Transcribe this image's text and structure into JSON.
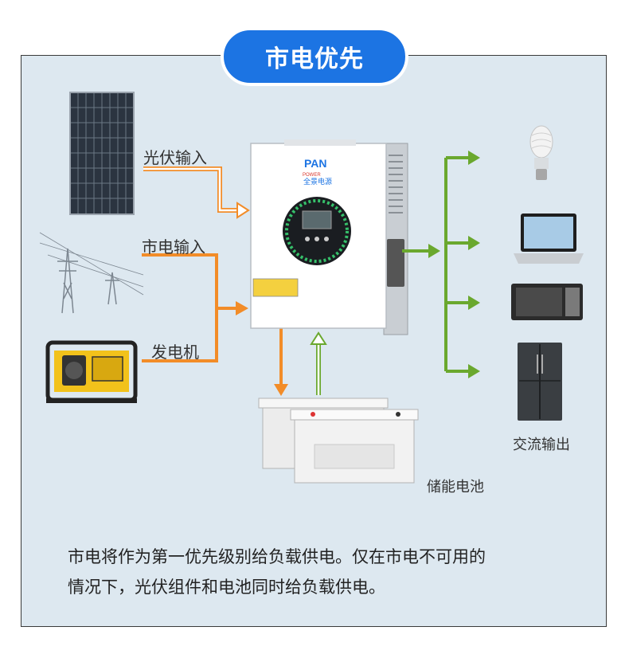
{
  "header": {
    "title": "市电优先"
  },
  "inputs": {
    "solar": "光伏输入",
    "grid": "市电输入",
    "generator": "发电机"
  },
  "inverter": {
    "brand": "PAN",
    "brand_sub": "POWER",
    "brand_cn": "全景电源"
  },
  "outputs": {
    "label": "交流输出",
    "devices": [
      "lamp-icon",
      "laptop-icon",
      "microwave-icon",
      "refrigerator-icon"
    ]
  },
  "battery": {
    "label": "储能电池"
  },
  "description": {
    "line1": "市电将作为第一优先级别给负载供电。仅在市电不可用的",
    "line2": "情况下，光伏组件和电池同时给负载供电。"
  },
  "colors": {
    "accent": "#1c74e3",
    "orange": "#f28c28",
    "green": "#6aa82e"
  }
}
